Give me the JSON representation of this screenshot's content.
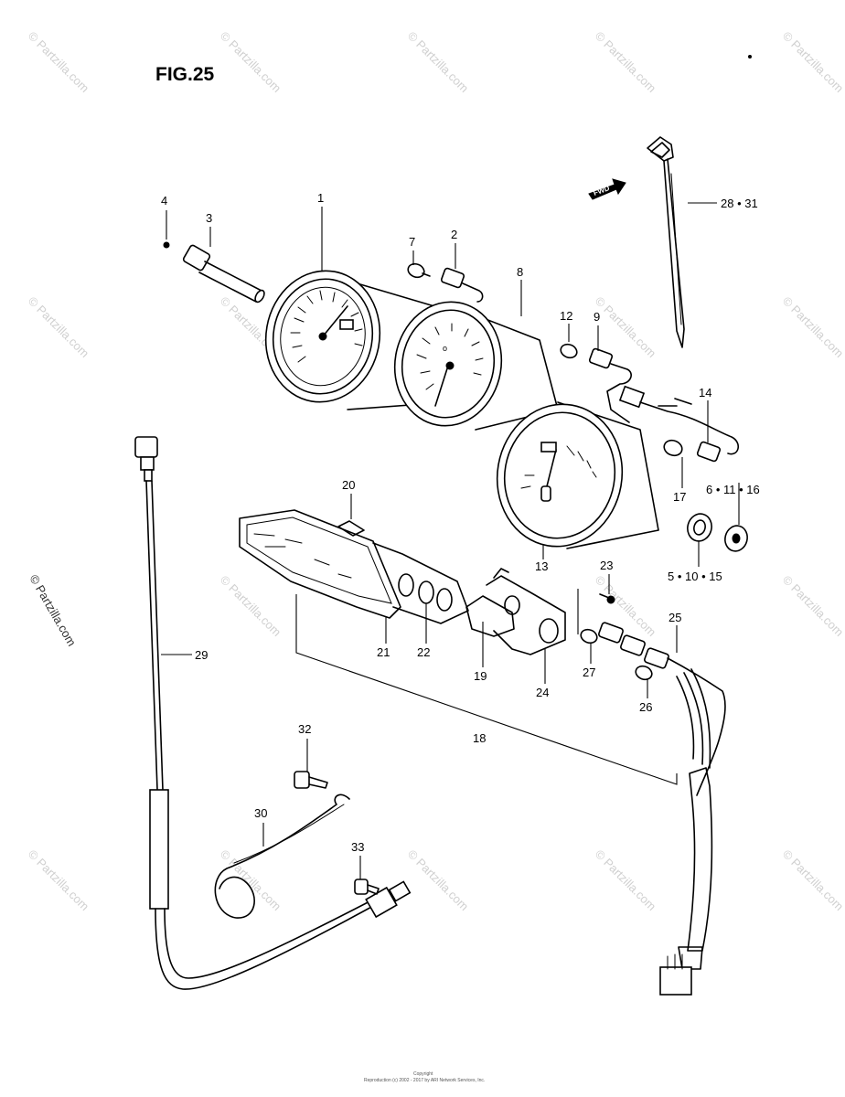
{
  "figure_title": "FIG.25",
  "forward_marker": "FWD",
  "watermark": "© Partzilla.com",
  "side_watermark": "© Partzilla.com",
  "footer": {
    "line1": "Copyright",
    "line2": "Reproduction (c) 2002 - 2017 by ARI Network Services, Inc."
  },
  "callouts": {
    "c1": "1",
    "c2": "2",
    "c3": "3",
    "c4": "4",
    "c5": "5 • 10 • 15",
    "c6": "6 • 11 • 16",
    "c7": "7",
    "c8": "8",
    "c9": "9",
    "c12": "12",
    "c13": "13",
    "c14": "14",
    "c17": "17",
    "c18": "18",
    "c19": "19",
    "c20": "20",
    "c21": "21",
    "c22": "22",
    "c23": "23",
    "c24": "24",
    "c25": "25",
    "c26": "26",
    "c27": "27",
    "c28": "28 • 31",
    "c29": "29",
    "c30": "30",
    "c32": "32",
    "c33": "33"
  }
}
